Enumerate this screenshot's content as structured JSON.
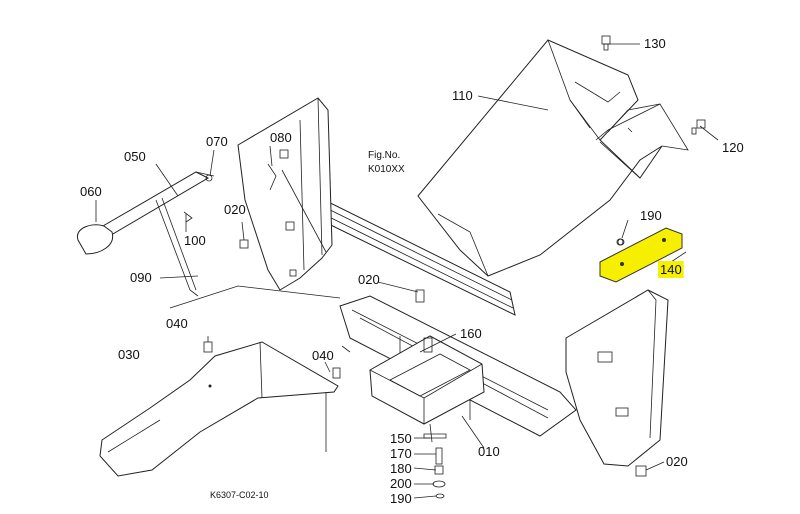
{
  "figure": {
    "title_line1": "Fig.No.",
    "title_line2": "K010XX",
    "code": "K6307-C02-10"
  },
  "highlight_color": "#f6f000",
  "callouts": [
    {
      "id": "130",
      "text": "130"
    },
    {
      "id": "110",
      "text": "110"
    },
    {
      "id": "120",
      "text": "120"
    },
    {
      "id": "070",
      "text": "070"
    },
    {
      "id": "080",
      "text": "080"
    },
    {
      "id": "050",
      "text": "050"
    },
    {
      "id": "060",
      "text": "060"
    },
    {
      "id": "020a",
      "text": "020"
    },
    {
      "id": "100",
      "text": "100"
    },
    {
      "id": "190a",
      "text": "190"
    },
    {
      "id": "140",
      "text": "140"
    },
    {
      "id": "090",
      "text": "090"
    },
    {
      "id": "020b",
      "text": "020"
    },
    {
      "id": "040a",
      "text": "040"
    },
    {
      "id": "160",
      "text": "160"
    },
    {
      "id": "030",
      "text": "030"
    },
    {
      "id": "040b",
      "text": "040"
    },
    {
      "id": "150",
      "text": "150"
    },
    {
      "id": "010",
      "text": "010"
    },
    {
      "id": "170",
      "text": "170"
    },
    {
      "id": "180",
      "text": "180"
    },
    {
      "id": "020c",
      "text": "020"
    },
    {
      "id": "200",
      "text": "200"
    },
    {
      "id": "190b",
      "text": "190"
    }
  ]
}
